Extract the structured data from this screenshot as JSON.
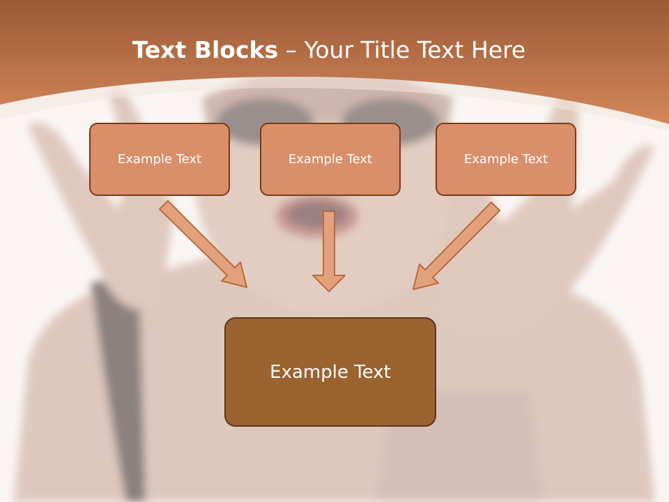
{
  "title": {
    "bold": "Text Blocks",
    "separator": " – ",
    "regular": "Your Title Text Here"
  },
  "blocks": [
    {
      "text": "Example Text"
    },
    {
      "text": "Example Text"
    },
    {
      "text": "Example Text"
    }
  ],
  "target_block": {
    "text": "Example Text"
  },
  "colors": {
    "header": "#c97a4c",
    "box_fill": "#d98f6a",
    "box_border": "#7a3a16",
    "target_fill": "#9a6330",
    "arrow_fill": "#e2a17c",
    "arrow_stroke": "#b86a3e"
  }
}
